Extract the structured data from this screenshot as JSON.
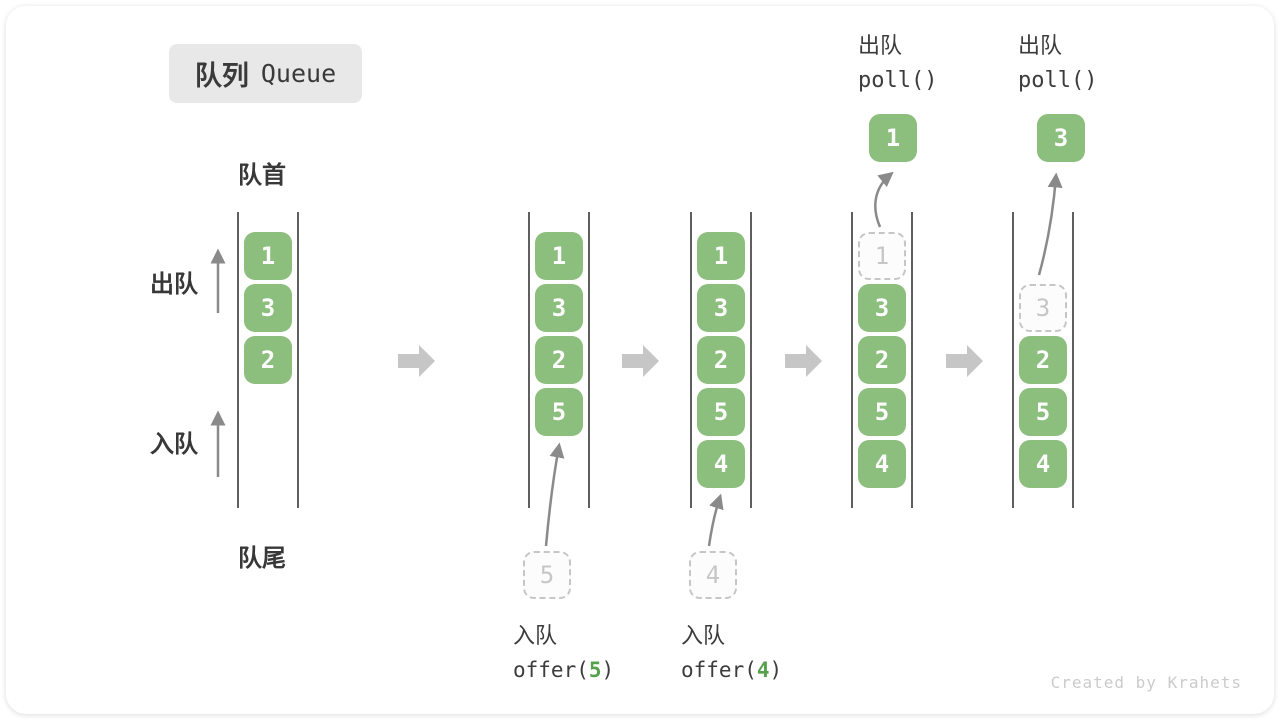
{
  "title": {
    "badge_zh": "队列",
    "badge_en": "Queue"
  },
  "side_labels": {
    "front": "队首",
    "rear": "队尾",
    "dequeue": "出队",
    "enqueue": "入队"
  },
  "watermark": "Created by Krahets",
  "colors": {
    "cell_green": "#8CBE7D",
    "code_arg_green": "#56A14D",
    "step_arrow_gray": "#C6C6C6",
    "thin_arrow_gray": "#8A8A8A",
    "text_dark": "#3C3C3C",
    "ghost_gray": "#C6C6C6"
  },
  "queues": [
    {
      "cells": [
        {
          "slot": 1,
          "v": "1"
        },
        {
          "slot": 2,
          "v": "3"
        },
        {
          "slot": 3,
          "v": "2"
        }
      ]
    },
    {
      "cells": [
        {
          "slot": 1,
          "v": "1"
        },
        {
          "slot": 2,
          "v": "3"
        },
        {
          "slot": 3,
          "v": "2"
        },
        {
          "slot": 4,
          "v": "5"
        }
      ],
      "pending_value": "5",
      "op": {
        "label": "入队",
        "code_before": "offer(",
        "code_arg": "5",
        "code_after": ")"
      }
    },
    {
      "cells": [
        {
          "slot": 1,
          "v": "1"
        },
        {
          "slot": 2,
          "v": "3"
        },
        {
          "slot": 3,
          "v": "2"
        },
        {
          "slot": 4,
          "v": "5"
        },
        {
          "slot": 5,
          "v": "4"
        }
      ],
      "pending_value": "4",
      "op": {
        "label": "入队",
        "code_before": "offer(",
        "code_arg": "4",
        "code_after": ")"
      }
    },
    {
      "cells": [
        {
          "slot": 1,
          "v": "1",
          "ghost": true
        },
        {
          "slot": 2,
          "v": "3"
        },
        {
          "slot": 3,
          "v": "2"
        },
        {
          "slot": 4,
          "v": "5"
        },
        {
          "slot": 5,
          "v": "4"
        }
      ],
      "result_value": "1",
      "top_op": {
        "label": "出队",
        "code": "poll()"
      }
    },
    {
      "cells": [
        {
          "slot": 2,
          "v": "3",
          "ghost": true
        },
        {
          "slot": 3,
          "v": "2"
        },
        {
          "slot": 4,
          "v": "5"
        },
        {
          "slot": 5,
          "v": "4"
        }
      ],
      "result_value": "3",
      "top_op": {
        "label": "出队",
        "code": "poll()"
      }
    }
  ]
}
